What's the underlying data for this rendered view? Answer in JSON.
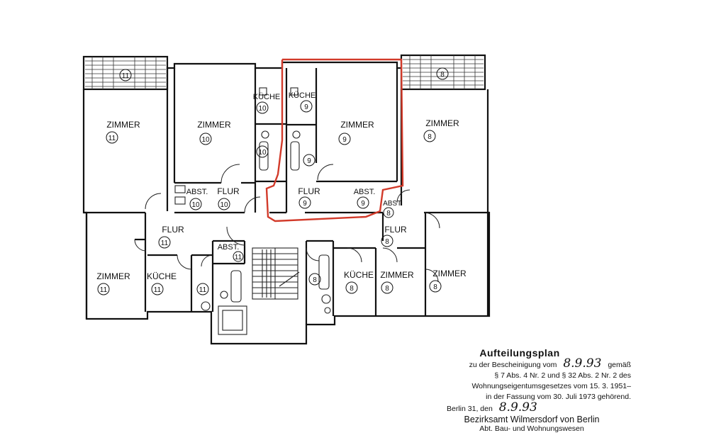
{
  "rooms": {
    "zimmer_11_top": {
      "label": "ZIMMER",
      "num": "11"
    },
    "zimmer_10": {
      "label": "ZIMMER",
      "num": "10"
    },
    "kueche_10": {
      "label": "KÜCHE",
      "num": "10"
    },
    "bath_10": {
      "num": "10"
    },
    "abst_10": {
      "label": "ABST.",
      "num": "10"
    },
    "flur_10": {
      "label": "FLUR",
      "num": "10"
    },
    "kueche_9": {
      "label": "KÜCHE",
      "num": "9"
    },
    "zimmer_9": {
      "label": "ZIMMER",
      "num": "9"
    },
    "bath_9": {
      "num": "9"
    },
    "flur_9": {
      "label": "FLUR",
      "num": "9"
    },
    "abst_9": {
      "label": "ABST.",
      "num": "9"
    },
    "zimmer_8_top": {
      "label": "ZIMMER",
      "num": "8"
    },
    "abst_8": {
      "label": "ABST.",
      "num": "8"
    },
    "flur_8": {
      "label": "FLUR",
      "num": "8"
    },
    "balcony_11": {
      "num": "11"
    },
    "balcony_8": {
      "num": "8"
    },
    "flur_11": {
      "label": "FLUR",
      "num": "11"
    },
    "abst_11": {
      "label": "ABST.",
      "num": "11"
    },
    "zimmer_11_bottom": {
      "label": "ZIMMER",
      "num": "11"
    },
    "kueche_11": {
      "label": "KÜCHE",
      "num": "11"
    },
    "bath_11": {
      "num": "11"
    },
    "bath_8": {
      "num": "8"
    },
    "kueche_8": {
      "label": "KÜCHE",
      "num": "8"
    },
    "zimmer_8_mid": {
      "label": "ZIMMER",
      "num": "8"
    },
    "zimmer_8_bottom": {
      "label": "ZIMMER",
      "num": "8"
    }
  },
  "caption": {
    "title": "Aufteilungsplan",
    "line1_pre": "zu der Bescheinigung vom",
    "line1_hand": "8.9.93",
    "line1_post": "gemäß",
    "line2": "§ 7 Abs. 4 Nr. 2 und § 32 Abs. 2 Nr. 2 des",
    "line3": "Wohnungseigentumsgesetzes vom 15. 3. 1951–",
    "line4": "in der Fassung vom 30. Juli 1973 gehörend.",
    "line5_pre": "Berlin 31, den",
    "line5_hand": "8.9.93",
    "office": "Bezirksamt Wilmersdorf von Berlin",
    "dept": "Abt. Bau- und Wohnungswesen"
  },
  "colors": {
    "highlight": "#d23a2a",
    "ink": "#111111"
  }
}
